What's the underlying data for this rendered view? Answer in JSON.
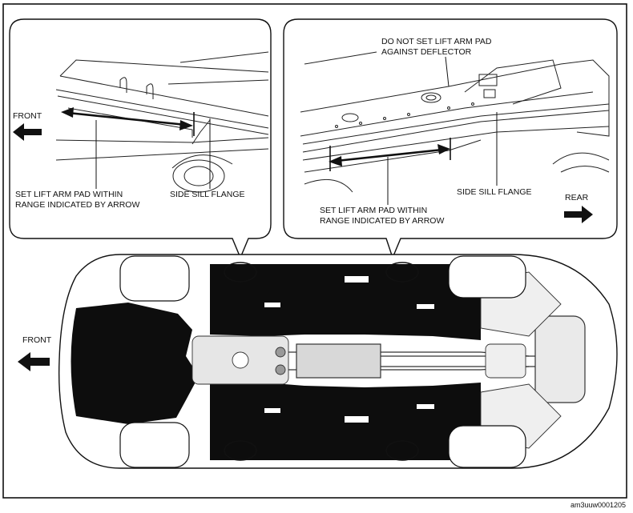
{
  "left_callout": {
    "front_label": "FRONT",
    "range_label_line1": "SET LIFT ARM PAD WITHIN",
    "range_label_line2": "RANGE INDICATED BY ARROW",
    "flange_label": "SIDE SILL FLANGE"
  },
  "right_callout": {
    "deflector_line1": "DO NOT SET LIFT ARM PAD",
    "deflector_line2": "AGAINST DEFLECTOR",
    "flange_label": "SIDE SILL FLANGE",
    "range_label_line1": "SET LIFT ARM PAD WITHIN",
    "range_label_line2": "RANGE INDICATED BY ARROW",
    "rear_label": "REAR"
  },
  "underbody": {
    "front_label": "FRONT"
  },
  "figure_code": "am3uuw0001205",
  "colors": {
    "ink": "#111111",
    "panel": "#0d0d0d",
    "paper": "#ffffff"
  }
}
